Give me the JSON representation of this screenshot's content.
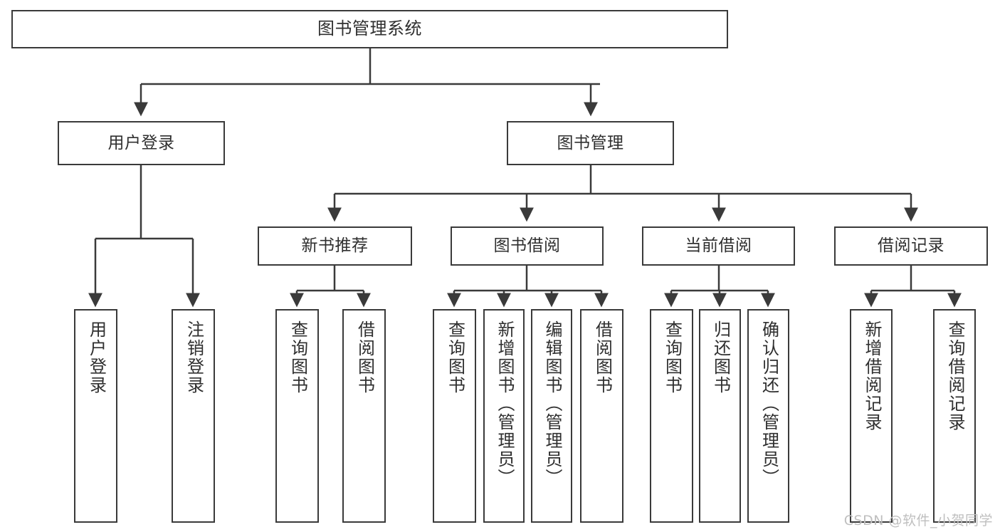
{
  "diagram": {
    "title": "图书管理系统",
    "type": "hierarchy-tree",
    "root": {
      "label": "图书管理系统"
    },
    "level2": [
      {
        "label": "用户登录"
      },
      {
        "label": "图书管理"
      }
    ],
    "level3": [
      {
        "label": "新书推荐"
      },
      {
        "label": "图书借阅"
      },
      {
        "label": "当前借阅"
      },
      {
        "label": "借阅记录"
      }
    ],
    "leaves": [
      {
        "label": "用户登录"
      },
      {
        "label": "注销登录"
      },
      {
        "label": "查询图书"
      },
      {
        "label": "借阅图书"
      },
      {
        "label": "查询图书"
      },
      {
        "label": "新增图书（管理员）"
      },
      {
        "label": "编辑图书（管理员）"
      },
      {
        "label": "借阅图书"
      },
      {
        "label": "查询图书"
      },
      {
        "label": "归还图书"
      },
      {
        "label": "确认归还（管理员）"
      },
      {
        "label": "新增借阅记录"
      },
      {
        "label": "查询借阅记录"
      }
    ],
    "colors": {
      "stroke": "#3a3a3a",
      "fill": "#ffffff",
      "text": "#2f2f2f",
      "watermark": "#bfbfbf"
    }
  },
  "watermark": {
    "text": "CSDN @软件_小贺同学"
  }
}
